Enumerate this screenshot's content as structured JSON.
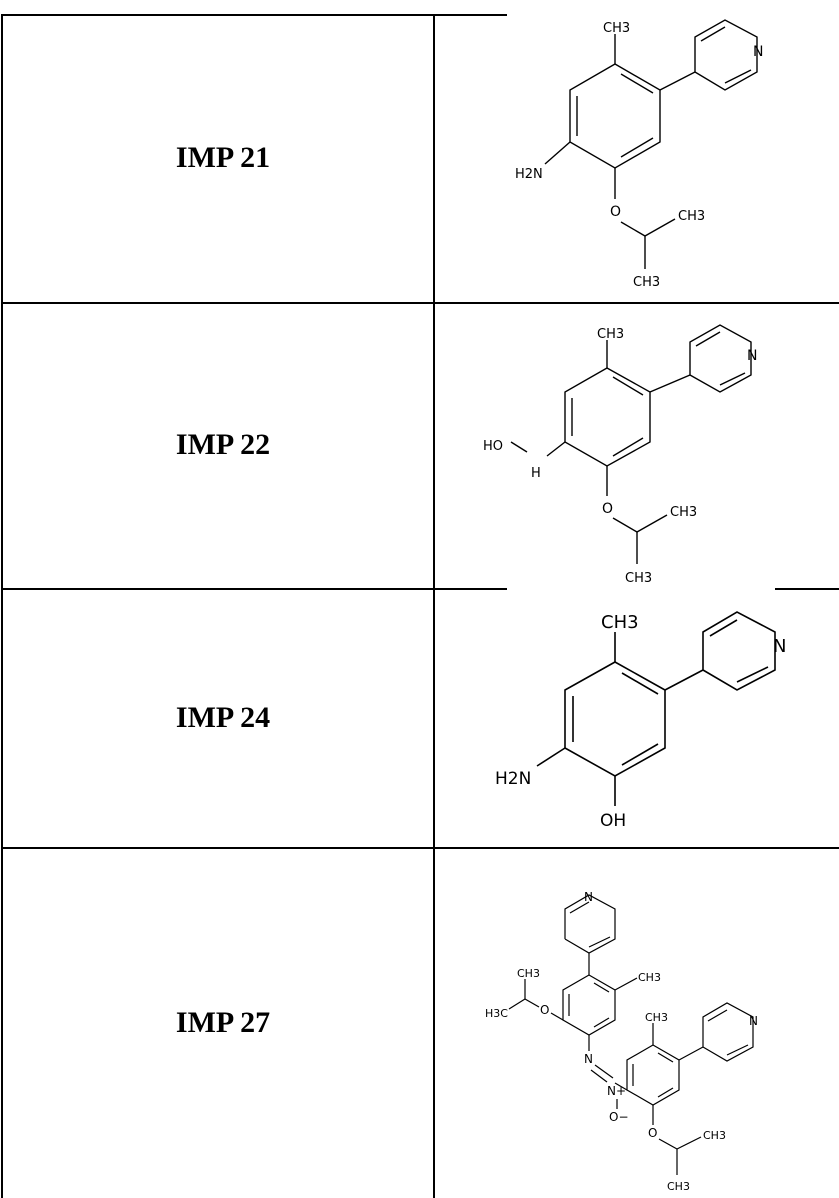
{
  "rows": [
    {
      "id": "IMP 21",
      "atoms": {
        "ch3_top": "CH3",
        "n_pyr": "N",
        "h2n": "H2N",
        "o": "O",
        "ch3_r": "CH3",
        "ch3_b": "CH3"
      }
    },
    {
      "id": "IMP 22",
      "atoms": {
        "ch3_top": "CH3",
        "n_pyr": "N",
        "ho": "HO",
        "h": "H",
        "o": "O",
        "ch3_r": "CH3",
        "ch3_b": "CH3"
      }
    },
    {
      "id": "IMP 24",
      "atoms": {
        "ch3_top": "CH3",
        "n_pyr": "N",
        "h2n": "H2N",
        "oh": "OH"
      }
    },
    {
      "id": "IMP 27",
      "atoms": {
        "n_pyr1": "N",
        "ch3_a": "CH3",
        "ch3_b": "CH3",
        "h3c": "H3C",
        "o1": "O",
        "n_azo": "N",
        "n_plus": "N+",
        "o_minus": "O−",
        "ch3_c": "CH3",
        "n_pyr2": "N",
        "o2": "O",
        "ch3_d": "CH3",
        "ch3_e": "CH3"
      }
    }
  ]
}
